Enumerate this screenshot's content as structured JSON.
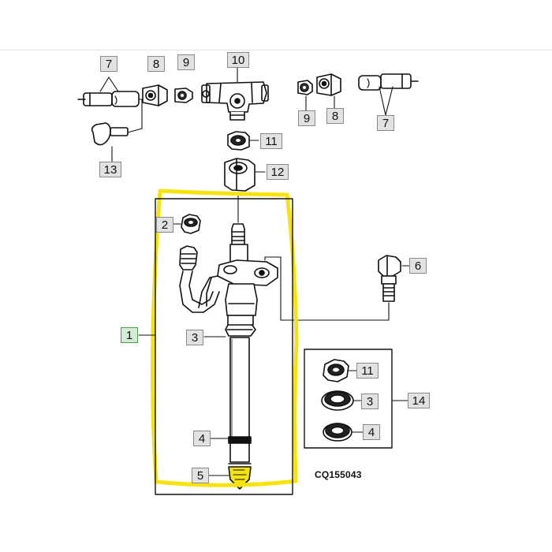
{
  "diagram": {
    "callouts": {
      "c7_left": "7",
      "c8_left": "8",
      "c9_left": "9",
      "c10": "10",
      "c9_right": "9",
      "c8_right": "8",
      "c7_right": "7",
      "c11_top": "11",
      "c12": "12",
      "c13": "13",
      "c2": "2",
      "c1": "1",
      "c3": "3",
      "c4": "4",
      "c5": "5",
      "c6": "6",
      "c11_kit": "11",
      "c3_kit": "3",
      "c4_kit": "4",
      "c14": "14"
    },
    "drawing_code": "CQ155043",
    "colors": {
      "highlight": "#f5e30a",
      "line": "#111111",
      "callout_bg": "#e2e2e2",
      "callout_green_bg": "#d3ecd3"
    }
  }
}
